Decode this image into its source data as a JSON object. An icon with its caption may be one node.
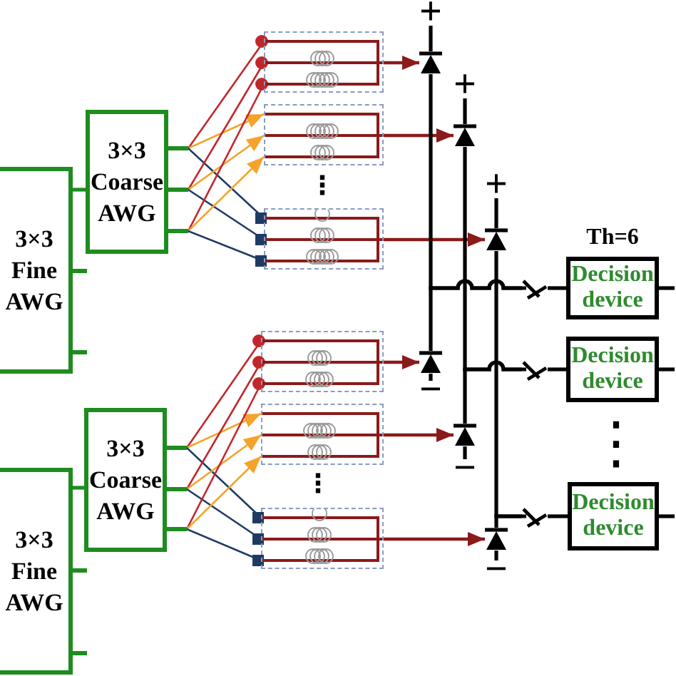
{
  "diagram": {
    "nodes": [
      {
        "text": [
          "3×3 Fine AWG"
        ]
      },
      {
        "text": [
          "3×3 Coarse AWG"
        ]
      },
      {
        "text": [
          "3×3 Fine AWG"
        ]
      },
      {
        "text": [
          "3×3 Coarse AWG"
        ]
      },
      {
        "text": [],
        "shape": "box"
      },
      {
        "text": [],
        "shape": "box"
      },
      {
        "text": [],
        "shape": "box"
      },
      {
        "text": [],
        "shape": "box"
      },
      {
        "text": [],
        "shape": "box"
      },
      {
        "text": [],
        "shape": "box"
      },
      {
        "text": [
          "+"
        ]
      },
      {
        "text": [],
        "shape": "diode"
      },
      {
        "text": [
          "+"
        ]
      },
      {
        "text": [],
        "shape": "diode"
      },
      {
        "text": [
          "+"
        ]
      },
      {
        "text": [],
        "shape": "diode"
      },
      {
        "text": [],
        "shape": "diode"
      },
      {
        "text": [
          "−"
        ]
      },
      {
        "text": [],
        "shape": "diode"
      },
      {
        "text": [
          "−"
        ]
      },
      {
        "text": [],
        "shape": "diode"
      },
      {
        "text": [
          "−"
        ]
      },
      {
        "text": [],
        "shape": "switch"
      },
      {
        "text": [
          "Decision device"
        ],
        "beside": [
          "Th=6"
        ]
      },
      {
        "text": [],
        "shape": "switch"
      },
      {
        "text": [
          "Decision device"
        ]
      },
      {
        "text": [],
        "shape": "switch"
      },
      {
        "text": [
          "Decision device"
        ]
      }
    ],
    "edges": [
      {
        "from": 0,
        "to": 1,
        "arrow": "none",
        "color": "#1e8c1e"
      },
      {
        "from": 2,
        "to": 3,
        "arrow": "none",
        "color": "#1e8c1e"
      },
      {
        "from": 1,
        "to": 4,
        "arrow": "other",
        "color": "#c0272d"
      },
      {
        "from": 1,
        "to": 5,
        "arrow": "to",
        "color": "#f5a32a"
      },
      {
        "from": 1,
        "to": 6,
        "arrow": "other",
        "color": "#1f3b63"
      },
      {
        "from": 1,
        "to": 4,
        "arrow": "other",
        "color": "#c0272d"
      },
      {
        "from": 1,
        "to": 5,
        "arrow": "to",
        "color": "#f5a32a"
      },
      {
        "from": 1,
        "to": 6,
        "arrow": "other",
        "color": "#1f3b63"
      },
      {
        "from": 1,
        "to": 4,
        "arrow": "other",
        "color": "#c0272d"
      },
      {
        "from": 1,
        "to": 5,
        "arrow": "to",
        "color": "#f5a32a"
      },
      {
        "from": 1,
        "to": 6,
        "arrow": "other",
        "color": "#1f3b63"
      },
      {
        "from": 3,
        "to": 7,
        "arrow": "other",
        "color": "#c0272d"
      },
      {
        "from": 3,
        "to": 8,
        "arrow": "to",
        "color": "#f5a32a"
      },
      {
        "from": 3,
        "to": 9,
        "arrow": "other",
        "color": "#1f3b63"
      },
      {
        "from": 3,
        "to": 7,
        "arrow": "other",
        "color": "#c0272d"
      },
      {
        "from": 3,
        "to": 8,
        "arrow": "to",
        "color": "#f5a32a"
      },
      {
        "from": 3,
        "to": 9,
        "arrow": "other",
        "color": "#1f3b63"
      },
      {
        "from": 3,
        "to": 7,
        "arrow": "other",
        "color": "#c0272d"
      },
      {
        "from": 3,
        "to": 8,
        "arrow": "to",
        "color": "#f5a32a"
      },
      {
        "from": 3,
        "to": 9,
        "arrow": "other",
        "color": "#1f3b63"
      },
      {
        "from": 4,
        "to": 11,
        "arrow": "to",
        "color": "#8b1a1a"
      },
      {
        "from": 5,
        "to": 13,
        "arrow": "to",
        "color": "#8b1a1a"
      },
      {
        "from": 6,
        "to": 15,
        "arrow": "to",
        "color": "#8b1a1a"
      },
      {
        "from": 7,
        "to": 16,
        "arrow": "to",
        "color": "#8b1a1a"
      },
      {
        "from": 8,
        "to": 18,
        "arrow": "to",
        "color": "#8b1a1a"
      },
      {
        "from": 9,
        "to": 20,
        "arrow": "to",
        "color": "#8b1a1a"
      },
      {
        "from": 10,
        "to": 11,
        "arrow": "none"
      },
      {
        "from": 12,
        "to": 13,
        "arrow": "none"
      },
      {
        "from": 14,
        "to": 15,
        "arrow": "none"
      },
      {
        "from": 16,
        "to": 17,
        "arrow": "none"
      },
      {
        "from": 18,
        "to": 19,
        "arrow": "none"
      },
      {
        "from": 20,
        "to": 21,
        "arrow": "none"
      },
      {
        "from": 11,
        "to": 22,
        "arrow": "none"
      },
      {
        "from": 16,
        "to": 22,
        "arrow": "none"
      },
      {
        "from": 13,
        "to": 24,
        "arrow": "none"
      },
      {
        "from": 18,
        "to": 24,
        "arrow": "none"
      },
      {
        "from": 15,
        "to": 26,
        "arrow": "none"
      },
      {
        "from": 20,
        "to": 26,
        "arrow": "none"
      },
      {
        "from": 22,
        "to": 23,
        "arrow": "none"
      },
      {
        "from": 24,
        "to": 25,
        "arrow": "none"
      },
      {
        "from": 26,
        "to": 27,
        "arrow": "none"
      },
      {
        "from": 23,
        "to": null,
        "arrow": "none"
      },
      {
        "from": 25,
        "to": null,
        "arrow": "none"
      },
      {
        "from": 27,
        "to": null,
        "arrow": "none"
      }
    ],
    "labels": [
      "⋮",
      "⋮",
      "⋮"
    ]
  }
}
